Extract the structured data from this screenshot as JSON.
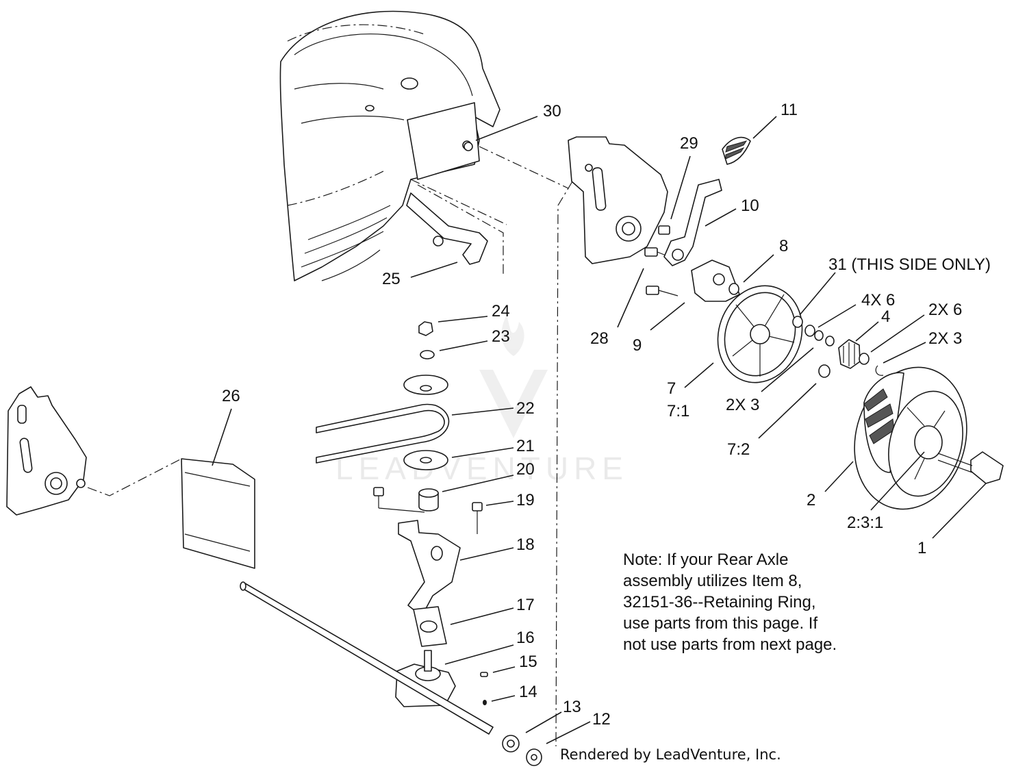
{
  "watermark": "LEADVENTURE",
  "labels": {
    "l1": "1",
    "l2": "2",
    "l2_3_1": "2:3:1",
    "l4": "4",
    "l7": "7",
    "l7_1": "7:1",
    "l7_2": "7:2",
    "l8": "8",
    "l9": "9",
    "l10": "10",
    "l11": "11",
    "l12": "12",
    "l13": "13",
    "l14": "14",
    "l15": "15",
    "l16": "16",
    "l17": "17",
    "l18": "18",
    "l19": "19",
    "l20": "20",
    "l21": "21",
    "l22": "22",
    "l23": "23",
    "l24": "24",
    "l25": "25",
    "l26": "26",
    "l28": "28",
    "l29": "29",
    "l30": "30",
    "l31": "31 (THIS SIDE ONLY)",
    "l4x6": "4X 6",
    "l2x6": "2X 6",
    "l2x3_a": "2X 3",
    "l2x3_b": "2X 3"
  },
  "note": {
    "line1": "Note:  If your Rear Axle",
    "line2": "assembly utilizes Item 8,",
    "line3": "32151-36--Retaining Ring,",
    "line4": "use parts from this page.  If",
    "line5": "not use parts from next page."
  },
  "credit": "Rendered by LeadVenture, Inc."
}
